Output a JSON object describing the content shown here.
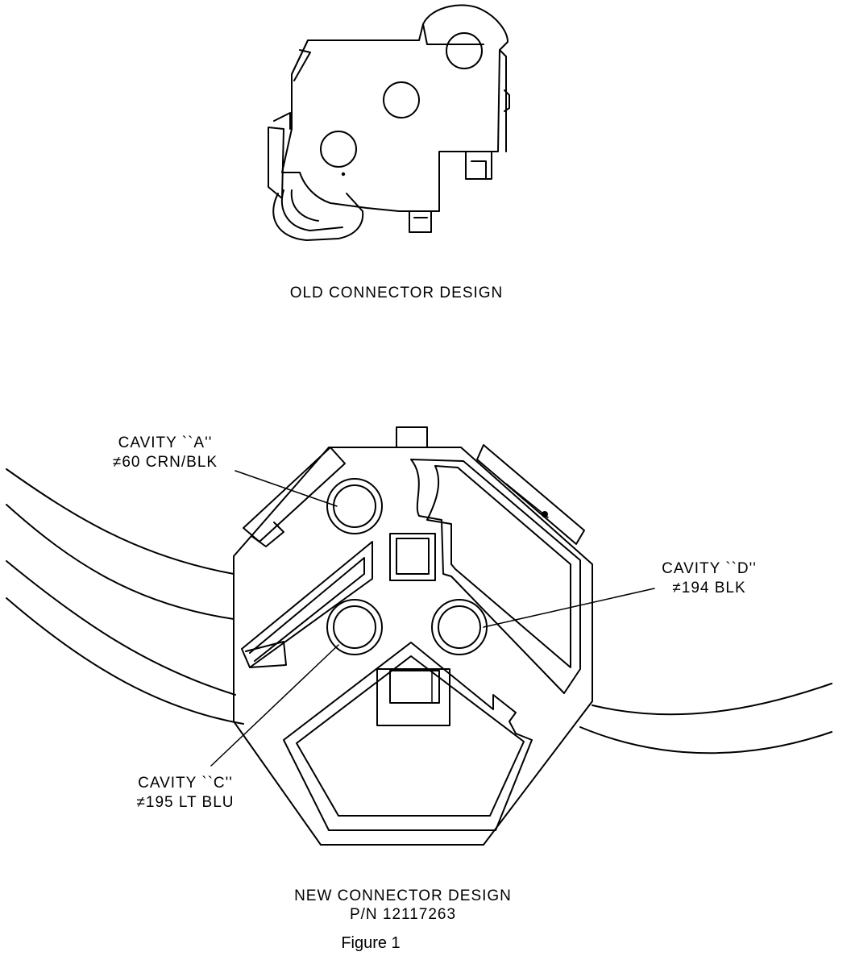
{
  "old_connector": {
    "caption": "OLD CONNECTOR DESIGN"
  },
  "new_connector": {
    "caption_line1": "NEW CONNECTOR DESIGN",
    "caption_line2": "P/N 12117263"
  },
  "figure_label": "Figure 1",
  "callouts": {
    "cavity_a": {
      "line1": "CAVITY ``A''",
      "line2": "≠60 CRN/BLK"
    },
    "cavity_d": {
      "line1": "CAVITY ``D''",
      "line2": "≠194 BLK"
    },
    "cavity_c": {
      "line1": "CAVITY ``C''",
      "line2": "≠195 LT BLU"
    }
  },
  "colors": {
    "ink": "#000000",
    "paper": "#ffffff"
  }
}
